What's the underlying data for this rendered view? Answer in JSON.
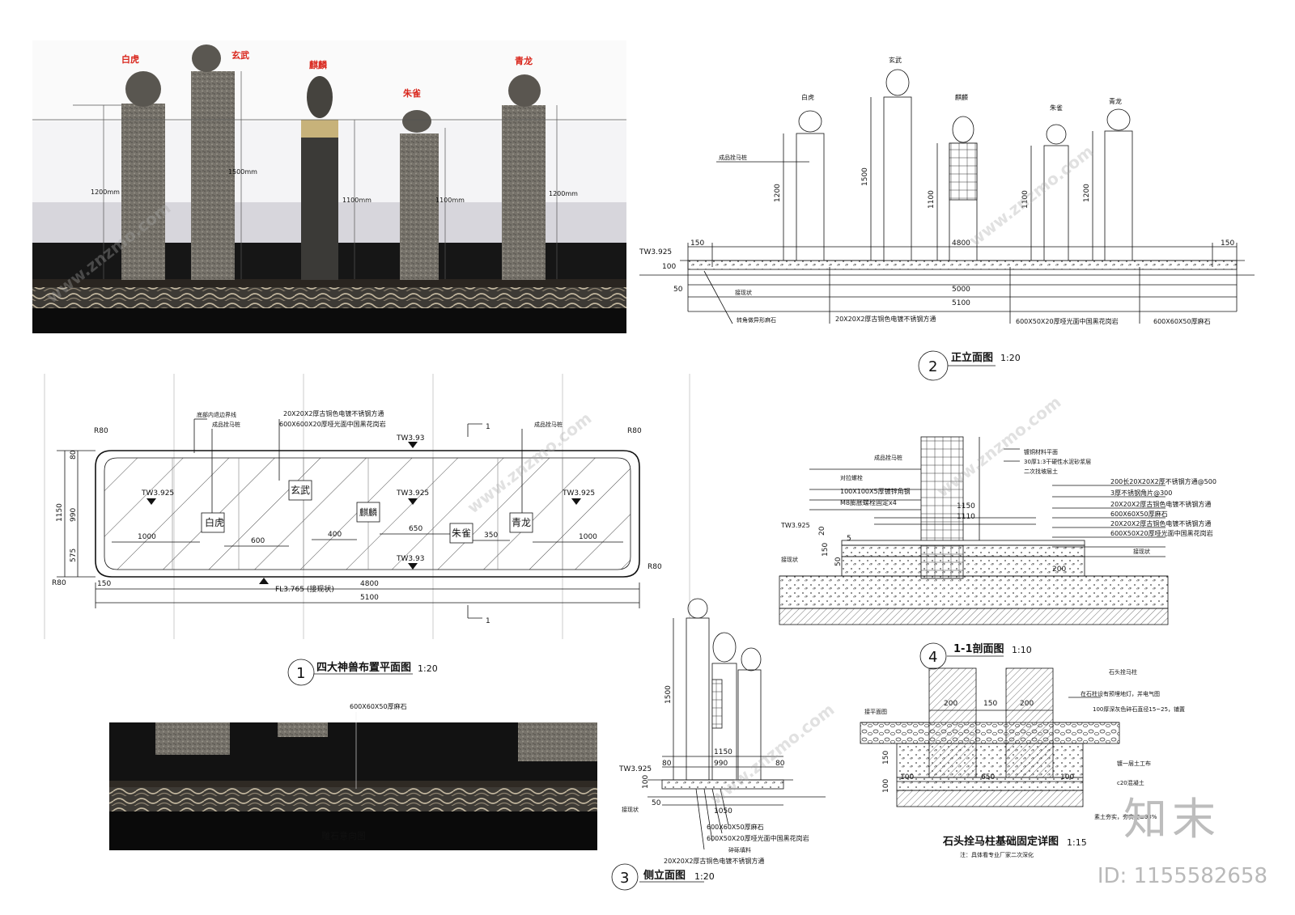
{
  "render": {
    "pillars": {
      "baihu": "白虎",
      "xuanwu": "玄武",
      "qilin": "麒麟",
      "zhuque": "朱雀",
      "qinglong": "青龙"
    },
    "heights": {
      "h1200": "1200mm",
      "h1500": "1500mm",
      "h1100": "1100mm"
    },
    "carve_caption": "雕石意向图",
    "carve_note": "600X60X50厚麻石"
  },
  "elevation": {
    "title": "正立面图",
    "scale": "1:20",
    "num": "2",
    "tw": "TW3.925",
    "dims": {
      "d150": "150",
      "d4800": "4800",
      "d5000": "5000",
      "d5100": "5100",
      "d100": "100",
      "d50": "50",
      "d1200": "1200",
      "d1500": "1500",
      "d1100": "1100"
    },
    "labels": {
      "post": "成品拴马桩",
      "ground": "接现状",
      "steel": "20X20X2厚古铜色电镀不锈钢方通",
      "stone1": "600X50X20厚哑光面中国黑花岗岩",
      "stone2": "600X60X50厚麻石",
      "edge": "转角做异形麻石"
    }
  },
  "plan": {
    "title": "四大神兽布置平面图",
    "scale": "1:20",
    "num": "1",
    "section": "1",
    "levels": {
      "tw": "TW3.925",
      "tw2": "TW3.93",
      "fl": "FL3.765 (接现状)"
    },
    "radius": "R80",
    "dims": {
      "d1150": "1150",
      "d80": "80",
      "d990": "990",
      "d575": "575",
      "d1000": "1000",
      "d600": "600",
      "d400": "400",
      "d650": "650",
      "d350": "350",
      "d150": "150",
      "d4800": "4800",
      "d5100": "5100"
    },
    "labels": {
      "edge": "底部内退边界线",
      "post": "成品拴马桩",
      "steel": "20X20X2厚古铜色电镀不锈钢方通",
      "stone": "600X600X20厚哑光面中国黑花岗岩"
    }
  },
  "side": {
    "title": "侧立面图",
    "scale": "1:20",
    "num": "3",
    "tw": "TW3.925",
    "dims": {
      "d1500": "1500",
      "d1150": "1150",
      "d80": "80",
      "d990": "990",
      "d1050": "1050",
      "d100": "100",
      "d50": "50"
    },
    "labels": {
      "ground": "接现状",
      "stone1": "600X60X50厚麻石",
      "stone2": "600X50X20厚哑光面中国黑花岗岩",
      "gravel": "碎砾填料",
      "steel": "20X20X2厚古铜色电镀不锈钢方通"
    }
  },
  "section": {
    "title": "1-1剖面图",
    "scale": "1:10",
    "num": "4",
    "tw": "TW3.925",
    "dims": {
      "d1150": "1150",
      "d1110": "1110",
      "d20": "20",
      "d5": "5",
      "d150": "150",
      "d50": "50",
      "d200": "200"
    },
    "labels": {
      "post": "成品拴马桩",
      "anchor": "对拉螺栓",
      "plate": "100X100X5厚镀锌角钢",
      "bolt": "M8膨胀螺栓固定x4",
      "ground": "接现状",
      "l1": "镀铜材料平面",
      "l2": "30厚1:3干硬性水泥砂浆层",
      "l3": "二次找坡层土",
      "r1": "200长20X20X2厚不锈钢方通@500",
      "r2": "3厚不锈钢角片@300",
      "r3": "20X20X2厚古铜色电镀不锈钢方通",
      "r4": "600X60X50厚麻石",
      "r5": "20X20X2厚古铜色电镀不锈钢方通",
      "r6": "600X50X20厚哑光面中国黑花岗岩",
      "r7": "接现状"
    }
  },
  "foundation": {
    "title": "石头拴马柱基础固定详图",
    "scale": "1:15",
    "note": "注：具体看专业厂家二次深化",
    "dims": {
      "d200": "200",
      "d150": "150",
      "d100": "100",
      "d650": "650"
    },
    "labels": {
      "post": "石头拴马柱",
      "ground": "接平面图",
      "conduit": "在石柱设有预埋地灯，并电气图",
      "gravel": "100厚深灰色碎石直径15~25，铺置",
      "l1": "镀一层土工布",
      "l2": "c20混凝土",
      "l3": "素土夯实，夯实度≥93%"
    }
  },
  "brand": {
    "name": "知末",
    "id": "ID: 1155582658",
    "watermark": "www.znzmo.com"
  }
}
